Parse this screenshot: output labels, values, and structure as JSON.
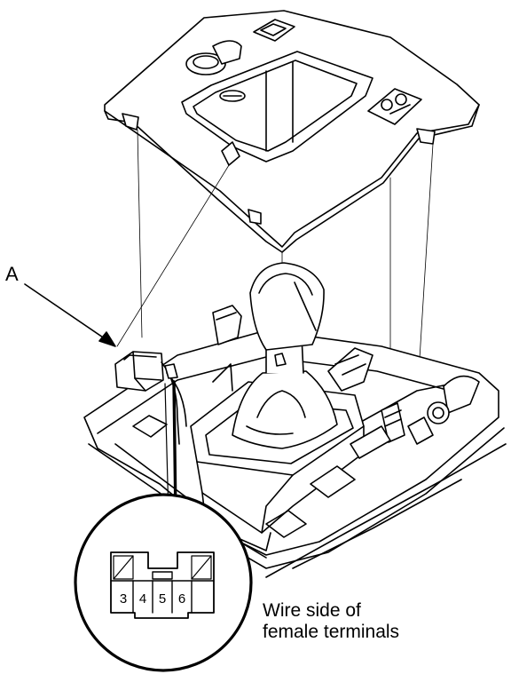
{
  "callout": {
    "letter": "A"
  },
  "connector": {
    "pins": [
      "3",
      "4",
      "5",
      "6"
    ]
  },
  "caption": {
    "line1": "Wire side of",
    "line2": "female terminals"
  },
  "colors": {
    "ink": "#000000",
    "paper": "#ffffff"
  }
}
